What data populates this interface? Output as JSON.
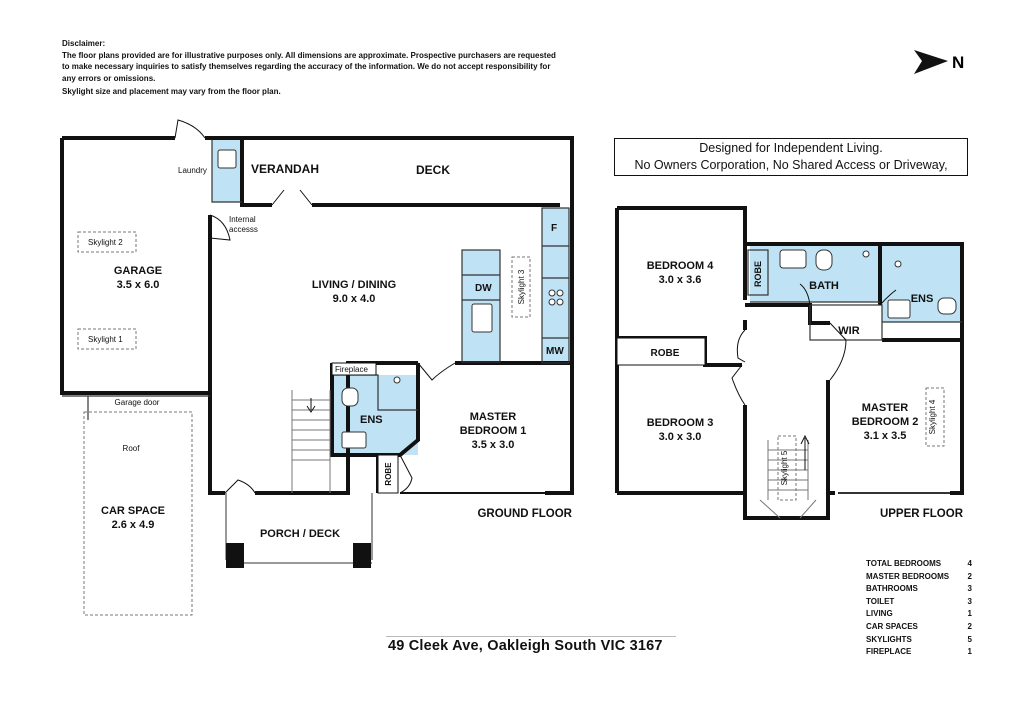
{
  "disclaimer": {
    "heading": "Disclaimer:",
    "text": "The floor plans provided are for illustrative purposes only. All dimensions are approximate. Prospective purchasers are requested to make necessary inquiries to satisfy themselves regarding the accuracy of the information. We do not accept responsibility for any errors or omissions.",
    "skylight_note": "Skylight size and placement may vary from the floor plan."
  },
  "compass": {
    "label": "N"
  },
  "tagline": {
    "line1": "Designed for Independent Living.",
    "line2": "No Owners Corporation, No Shared Access or Driveway,"
  },
  "ground_floor": {
    "title": "GROUND FLOOR",
    "rooms": {
      "laundry": "Laundry",
      "verandah": "VERANDAH",
      "deck": "DECK",
      "internal_access_1": "Internal",
      "internal_access_2": "accesss",
      "garage": "GARAGE",
      "garage_dims": "3.5 x 6.0",
      "skylight_1": "Skylight 1",
      "skylight_2": "Skylight 2",
      "skylight_3": "Skylight 3",
      "garage_door": "Garage door",
      "roof": "Roof",
      "car_space": "CAR SPACE",
      "car_space_dims": "2.6 x 4.9",
      "living": "LIVING / DINING",
      "living_dims": "9.0 x 4.0",
      "dw": "DW",
      "fridge": "F",
      "mw": "MW",
      "fireplace": "Fireplace",
      "ens": "ENS",
      "robe": "ROBE",
      "master1": "MASTER",
      "master1_b": "BEDROOM 1",
      "master1_dims": "3.5 x 3.0",
      "porch": "PORCH / DECK"
    }
  },
  "upper_floor": {
    "title": "UPPER FLOOR",
    "rooms": {
      "bed4": "BEDROOM 4",
      "bed4_dims": "3.0 x 3.6",
      "robe_a": "ROBE",
      "bath": "BATH",
      "ens": "ENS",
      "wir": "WIR",
      "robe_b": "ROBE",
      "bed3": "BEDROOM 3",
      "bed3_dims": "3.0 x 3.0",
      "master2": "MASTER",
      "master2_b": "BEDROOM 2",
      "master2_dims": "3.1 x 3.5",
      "skylight_4": "Skylight 4",
      "skylight_5": "Skylight 5"
    }
  },
  "stats": [
    {
      "label": "TOTAL BEDROOMS",
      "value": "4"
    },
    {
      "label": "MASTER BEDROOMS",
      "value": "2"
    },
    {
      "label": "BATHROOMS",
      "value": "3"
    },
    {
      "label": "TOILET",
      "value": "3"
    },
    {
      "label": "LIVING",
      "value": "1"
    },
    {
      "label": "CAR SPACES",
      "value": "2"
    },
    {
      "label": "SKYLIGHTS",
      "value": "5"
    },
    {
      "label": "FIREPLACE",
      "value": "1"
    }
  ],
  "address": "49 Cleek Ave, Oakleigh South VIC 3167",
  "colors": {
    "wet_area": "#bfe3f5",
    "wall": "#111111"
  }
}
